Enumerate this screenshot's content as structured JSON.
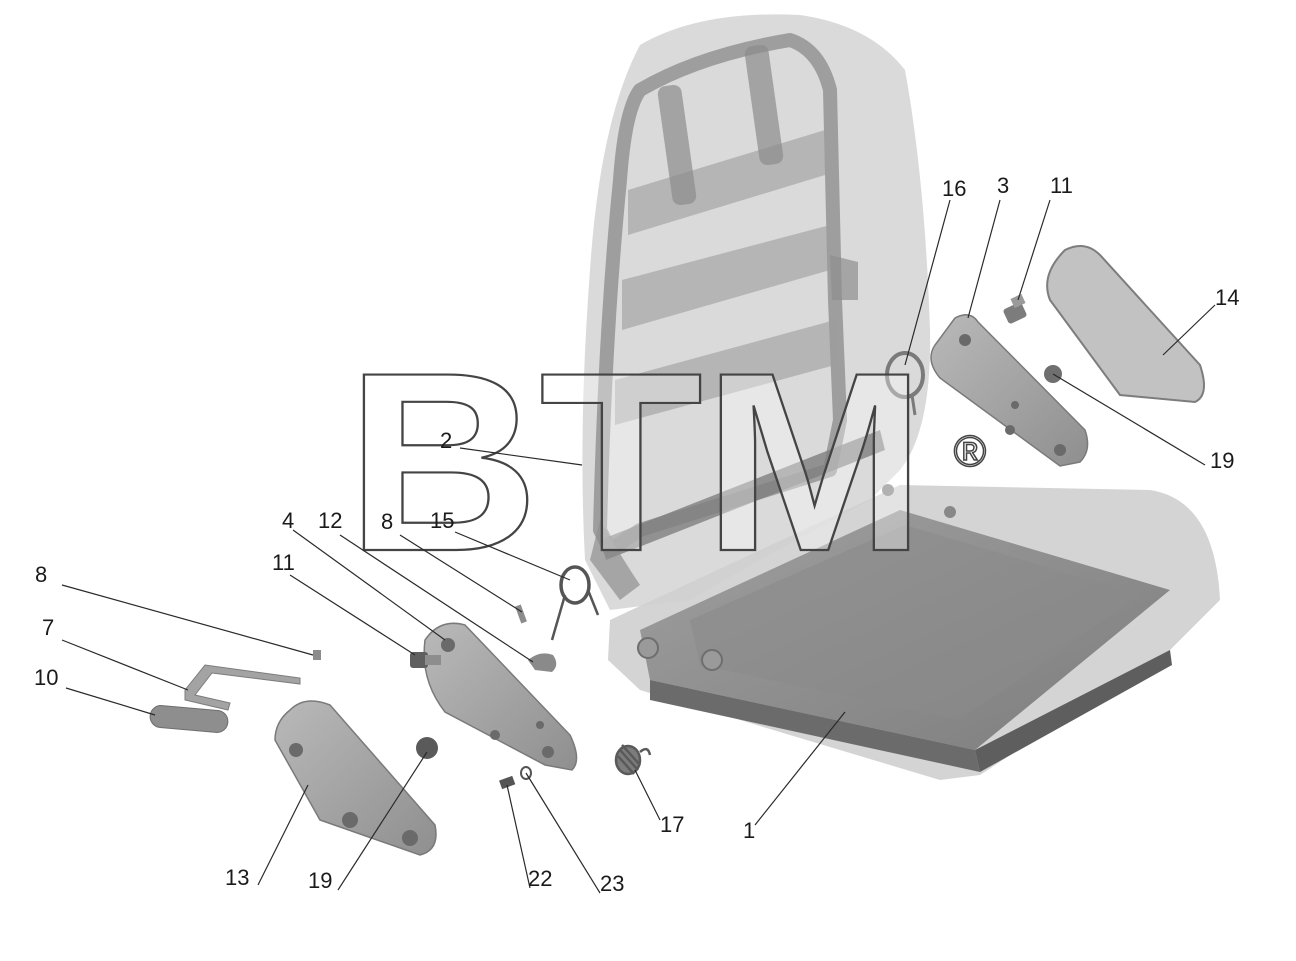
{
  "watermark": {
    "text": "BTM",
    "registered": "®"
  },
  "callouts": [
    {
      "id": "c-1",
      "label": "1"
    },
    {
      "id": "c-2",
      "label": "2"
    },
    {
      "id": "c-3",
      "label": "3"
    },
    {
      "id": "c-4",
      "label": "4"
    },
    {
      "id": "c-7",
      "label": "7"
    },
    {
      "id": "c-8a",
      "label": "8"
    },
    {
      "id": "c-8b",
      "label": "8"
    },
    {
      "id": "c-10",
      "label": "10"
    },
    {
      "id": "c-11a",
      "label": "11"
    },
    {
      "id": "c-11b",
      "label": "11"
    },
    {
      "id": "c-12",
      "label": "12"
    },
    {
      "id": "c-13",
      "label": "13"
    },
    {
      "id": "c-14",
      "label": "14"
    },
    {
      "id": "c-15",
      "label": "15"
    },
    {
      "id": "c-16",
      "label": "16"
    },
    {
      "id": "c-17",
      "label": "17"
    },
    {
      "id": "c-19a",
      "label": "19"
    },
    {
      "id": "c-19b",
      "label": "19"
    },
    {
      "id": "c-22",
      "label": "22"
    },
    {
      "id": "c-23",
      "label": "23"
    }
  ]
}
